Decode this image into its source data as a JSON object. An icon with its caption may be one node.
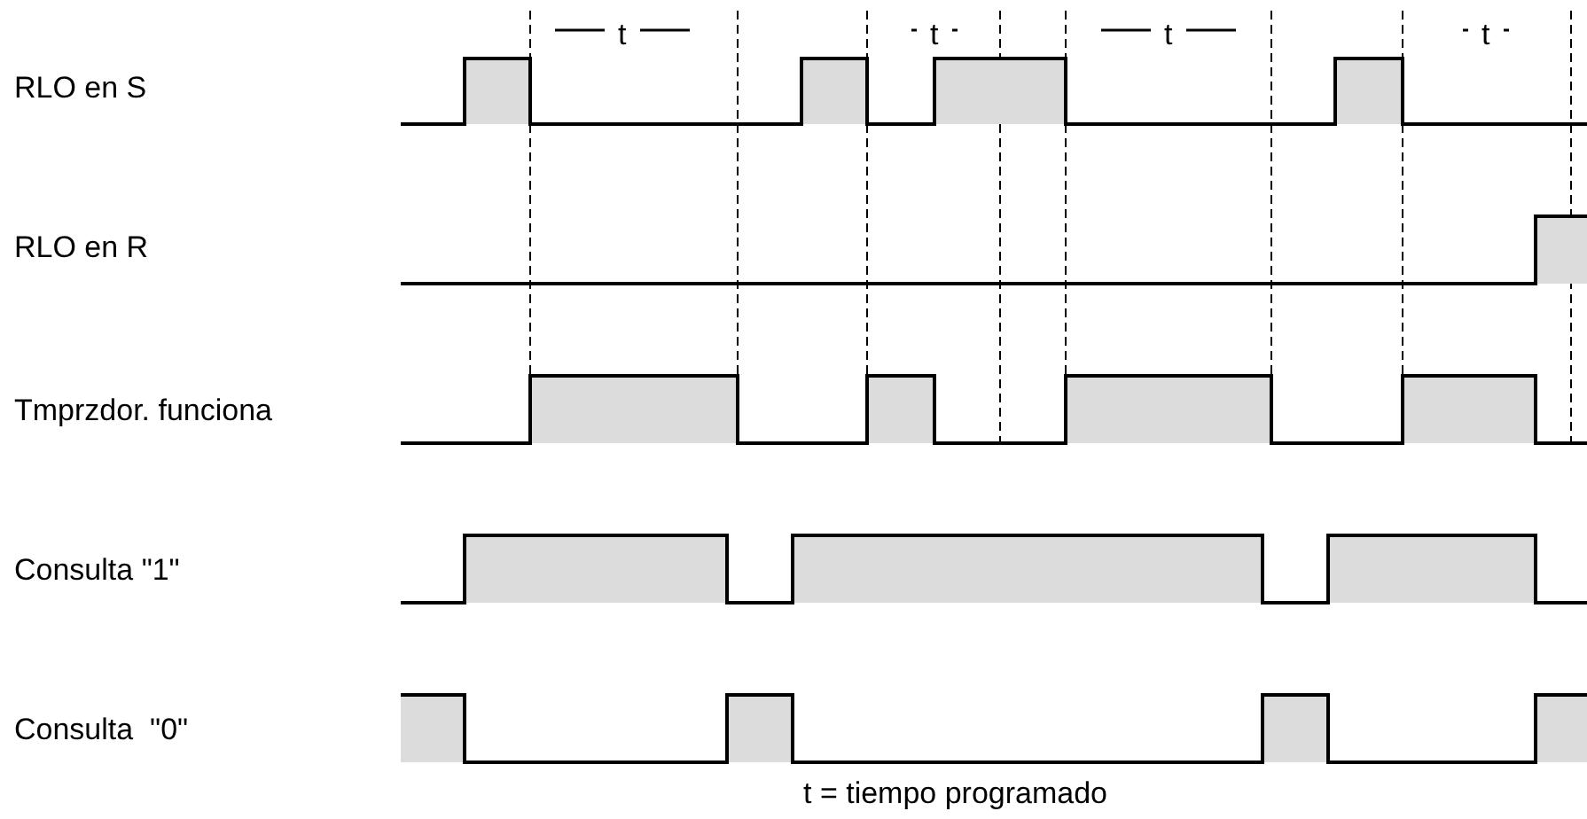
{
  "diagram": {
    "labels": [
      "t",
      "t",
      "t",
      "t",
      "RLO en S",
      "RLO en R",
      "Tmprzdor. funciona",
      "Consulta \"1\"",
      "Consulta  \"0\"",
      "t = tiempo programado"
    ]
  }
}
